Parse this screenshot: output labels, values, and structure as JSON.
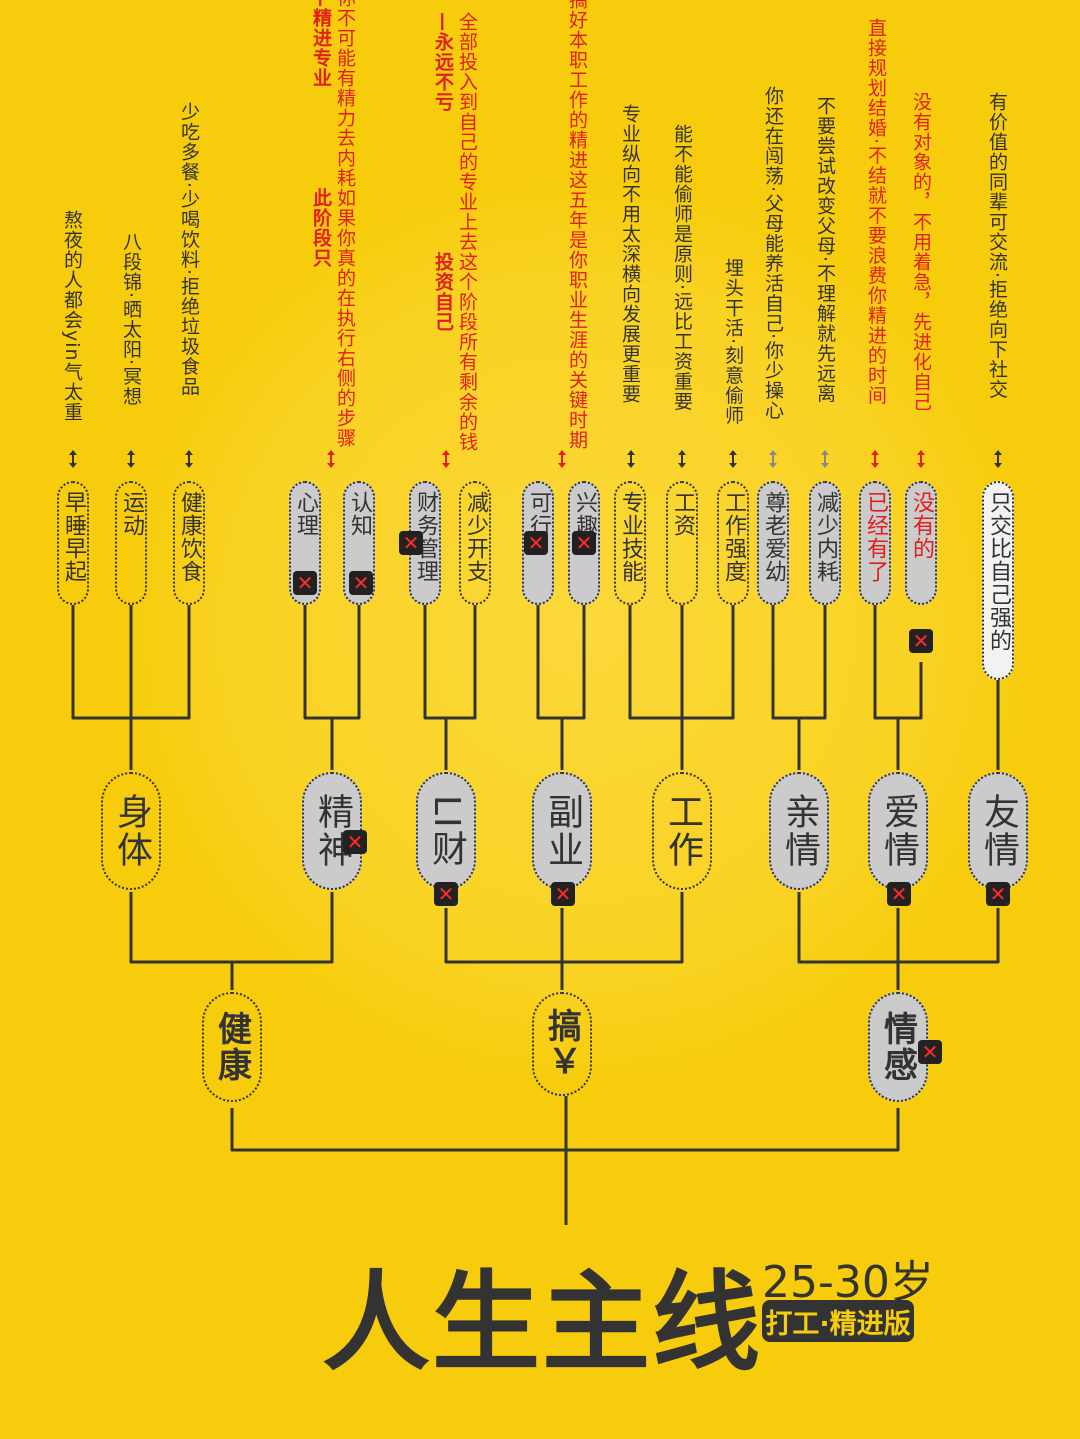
{
  "title": {
    "main": "人生主线",
    "age": "25-30岁",
    "edition": "打工·精进版"
  },
  "roots": {
    "health": "健康",
    "money": "搞￥",
    "emotion": "情感"
  },
  "categories": {
    "body": "身体",
    "spirit": "精神",
    "finance": "LI财",
    "side": "副业",
    "work": "工作",
    "family": "亲情",
    "love": "爱情",
    "friend": "友情"
  },
  "leaves": {
    "sleep": "早睡早起",
    "sport": "运动",
    "diet": "健康饮食",
    "psych": "心理",
    "cognition": "认知",
    "fin_mgmt": "财务管理",
    "cut_cost": "减少开支",
    "feasible": "可行",
    "interest": "兴趣",
    "skill": "专业技能",
    "salary": "工资",
    "intensity": "工作强度",
    "respect": "尊老爱幼",
    "less_drain": "减少内耗",
    "married": "已经有了",
    "none": "没有的",
    "stronger": "只交比自己强的"
  },
  "notes": {
    "sleep": "熬夜的人都会yin气太重",
    "sport": "八段锦·晒太阳·冥想",
    "diet": "少吃多餐·少喝饮料·拒绝垃圾食品",
    "psych_1": "如果你真的在执行右侧的步骤",
    "psych_2": "你不可能有精力去内耗",
    "psych_2_bold": "—精进专业",
    "cognition_bold": "此阶段只",
    "fin_1": "这个阶段所有剩余的钱",
    "fin_1_bold": "投资自己",
    "fin_2": "全部投入到自己的专业上去",
    "fin_2_bold": "—永远不亏",
    "side_1": "这五年是你职业生涯的关键时期",
    "side_2": "搞副业不如搞好本职工作的精进",
    "skill": "专业纵向不用太深横向发展更重要",
    "salary": "能不能偷师是原则·远比工资重要",
    "intensity": "埋头干活·刻意偷师",
    "respect": "你还在闯荡·父母能养活自己·你少操心",
    "less_drain": "不要尝试改变父母·不理解就先远离",
    "married": "直接规划结婚·不结就不要浪费你精进的时间",
    "none": "没有对象的，不用着急，先进化自己",
    "friend": "有价值的同辈可交流·拒绝向下社交"
  },
  "colors": {
    "background": "#f7cc0c",
    "ink": "#333333",
    "red": "#e0201c",
    "grey": "#cbcbcb"
  }
}
